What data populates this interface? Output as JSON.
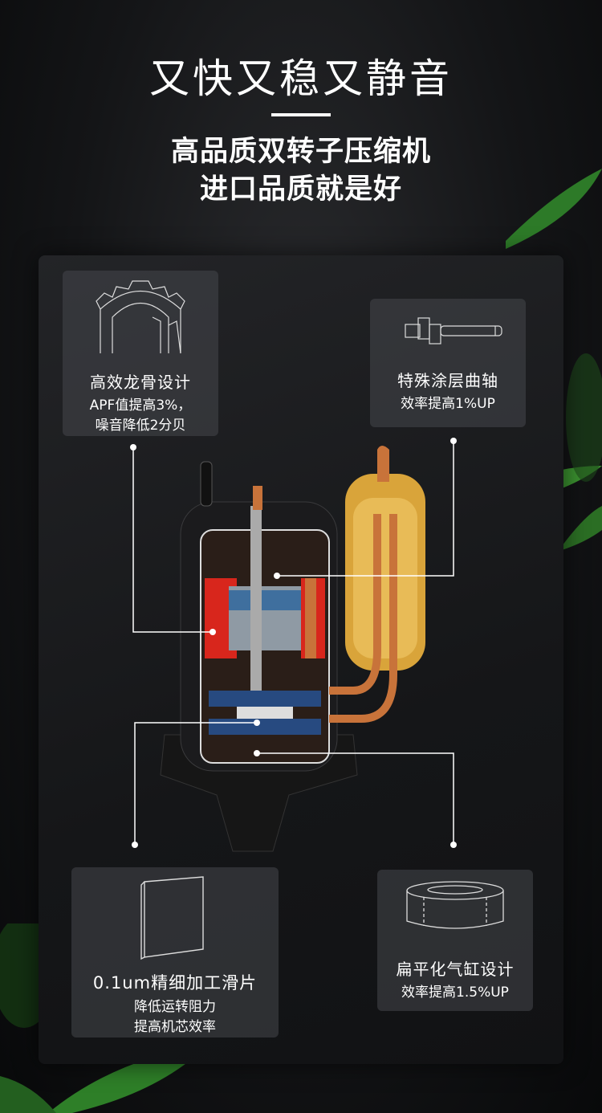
{
  "header": {
    "title": "又快又稳又静音",
    "subtitle_line1": "高品质双转子压缩机",
    "subtitle_line2": "进口品质就是好"
  },
  "features": [
    {
      "title": "高效龙骨设计",
      "lines": [
        "APF值提高3%，",
        "噪音降低2分贝"
      ],
      "icon": "stator-core-icon"
    },
    {
      "title": "特殊涂层曲轴",
      "lines": [
        "效率提高1%UP"
      ],
      "icon": "crankshaft-icon"
    },
    {
      "title": "0.1um精细加工滑片",
      "lines": [
        "降低运转阻力",
        "提高机芯效率"
      ],
      "icon": "vane-plate-icon"
    },
    {
      "title": "扁平化气缸设计",
      "lines": [
        "效率提高1.5%UP"
      ],
      "icon": "cylinder-ring-icon"
    }
  ],
  "colors": {
    "background": "#111214",
    "card": "#46474c",
    "copper": "#c8733a",
    "accent_red": "#d8261c",
    "leaf": "#2f8a2a"
  }
}
